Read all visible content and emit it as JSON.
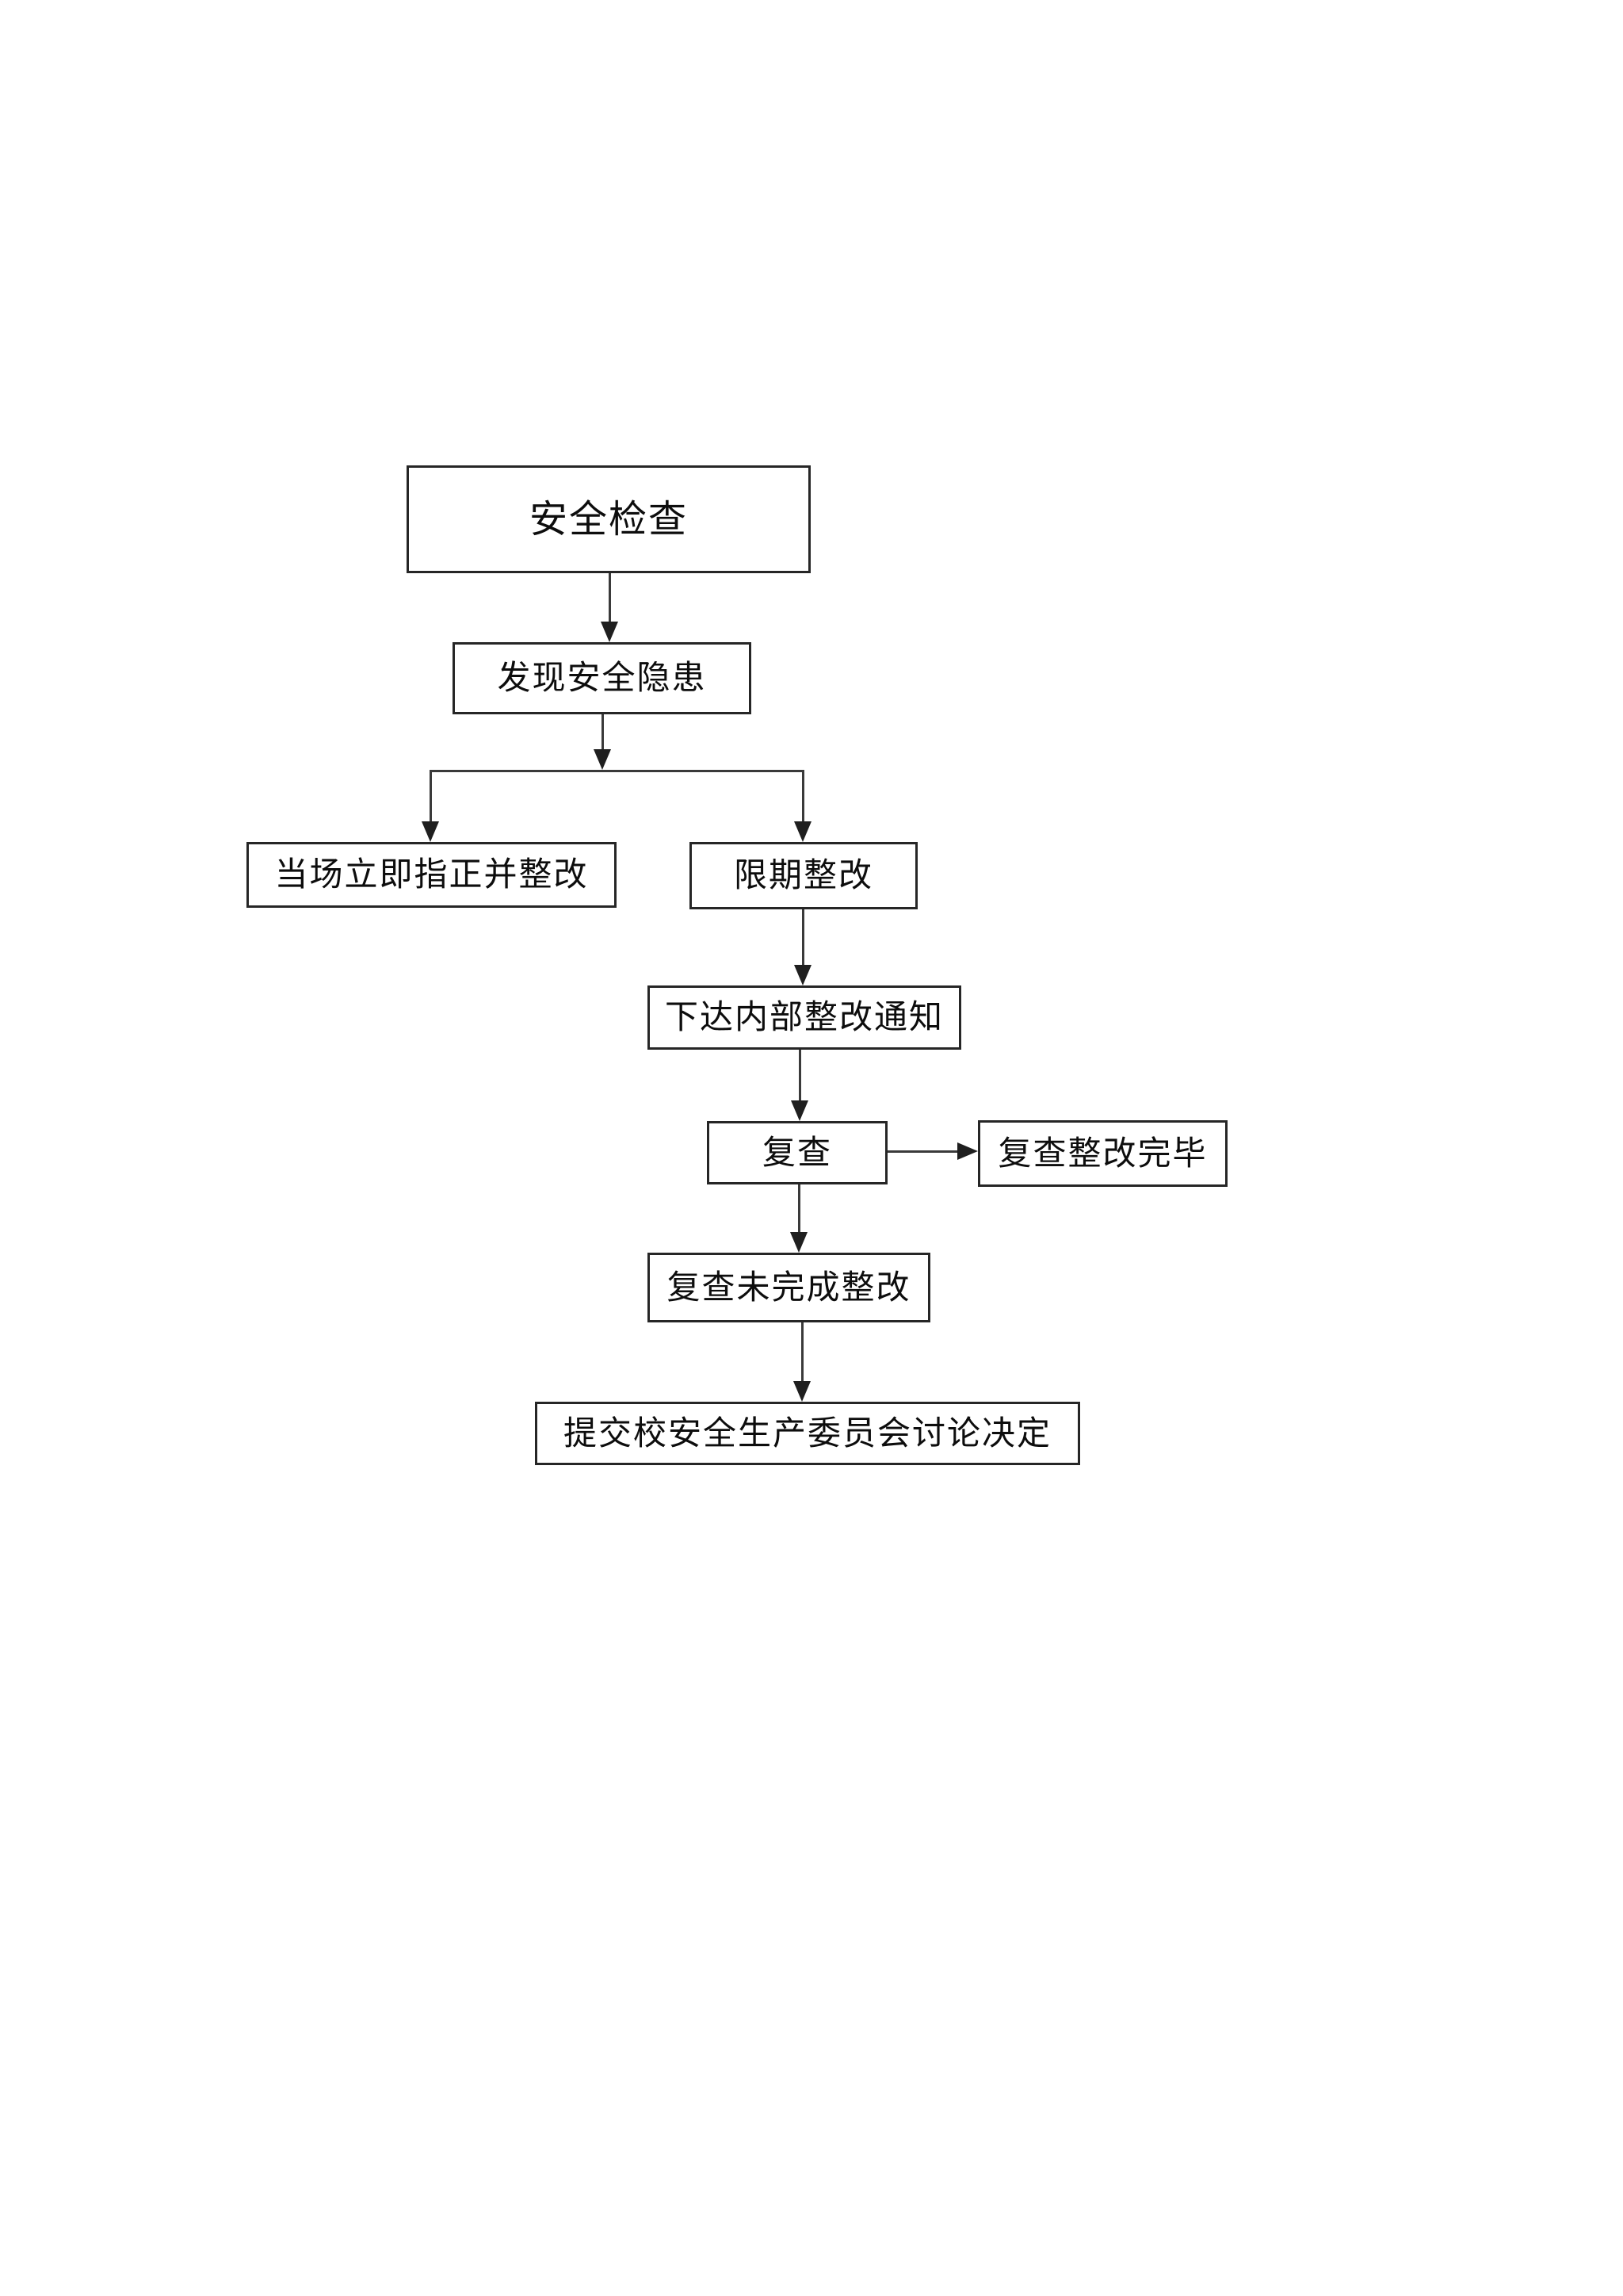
{
  "diagram": {
    "type": "flowchart",
    "background": "#ffffff",
    "colors": {
      "box_border": "#262626",
      "box_fill": "#ffffff",
      "line": "#3a3a3a",
      "arrowhead": "#1f1f1f",
      "text": "#0d0d0d"
    },
    "nodes": {
      "safety_inspection": {
        "label": "安全检查"
      },
      "found_hazard": {
        "label": "发现安全隐患"
      },
      "immediate_fix": {
        "label": "当场立即指正并整改"
      },
      "deadline_fix": {
        "label": "限期整改"
      },
      "internal_notice": {
        "label": "下达内部整改通知"
      },
      "recheck": {
        "label": "复查"
      },
      "recheck_done": {
        "label": "复查整改完毕"
      },
      "recheck_not_done": {
        "label": "复查未完成整改"
      },
      "submit_committee": {
        "label": "提交校安全生产委员会讨论决定"
      }
    },
    "edges": [
      {
        "from": "safety_inspection",
        "to": "found_hazard",
        "direction": "down"
      },
      {
        "from": "found_hazard",
        "to": "immediate_fix",
        "direction": "down-branch-left"
      },
      {
        "from": "found_hazard",
        "to": "deadline_fix",
        "direction": "down-branch-right"
      },
      {
        "from": "deadline_fix",
        "to": "internal_notice",
        "direction": "down"
      },
      {
        "from": "internal_notice",
        "to": "recheck",
        "direction": "down"
      },
      {
        "from": "recheck",
        "to": "recheck_done",
        "direction": "right"
      },
      {
        "from": "recheck",
        "to": "recheck_not_done",
        "direction": "down"
      },
      {
        "from": "recheck_not_done",
        "to": "submit_committee",
        "direction": "down"
      }
    ]
  }
}
